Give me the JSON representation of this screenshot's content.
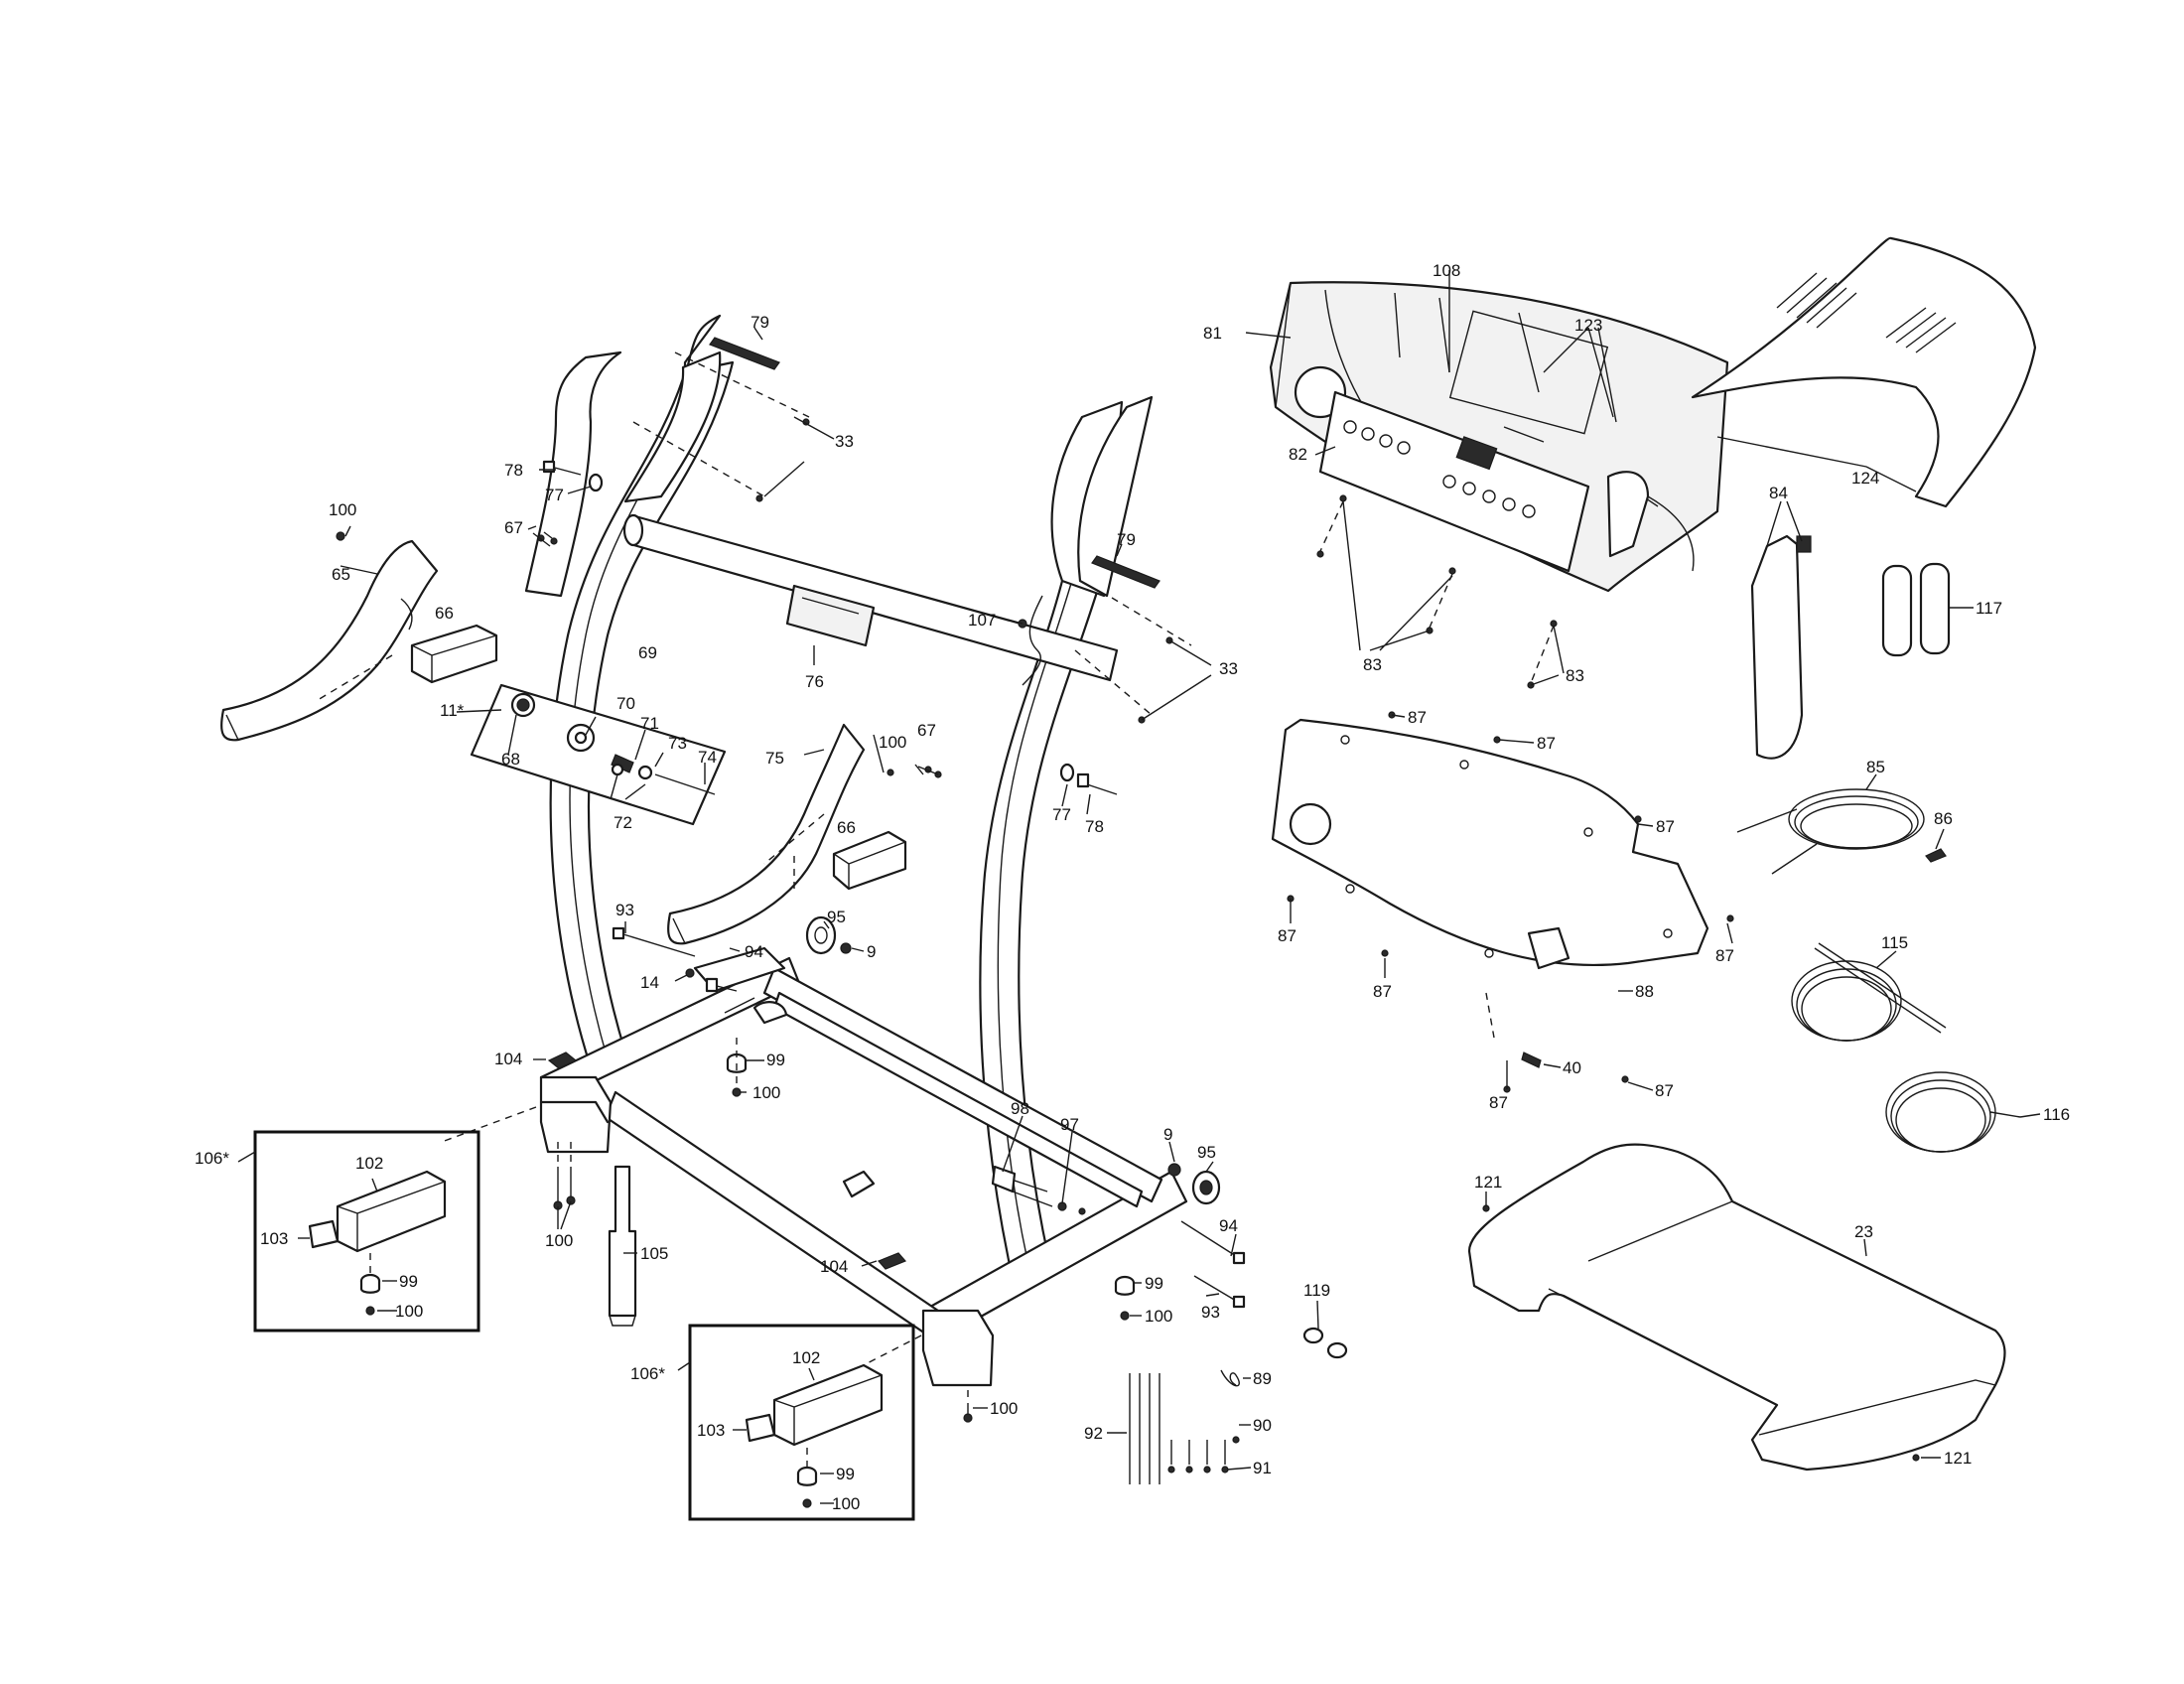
{
  "callouts": [
    {
      "label": "79"
    },
    {
      "label": "33"
    },
    {
      "label": "78"
    },
    {
      "label": "77"
    },
    {
      "label": "100"
    },
    {
      "label": "67"
    },
    {
      "label": "65"
    },
    {
      "label": "66"
    },
    {
      "label": "69"
    },
    {
      "label": "11*"
    },
    {
      "label": "68"
    },
    {
      "label": "70"
    },
    {
      "label": "71"
    },
    {
      "label": "73"
    },
    {
      "label": "74"
    },
    {
      "label": "72"
    },
    {
      "label": "76"
    },
    {
      "label": "107"
    },
    {
      "label": "79"
    },
    {
      "label": "33"
    },
    {
      "label": "75"
    },
    {
      "label": "100"
    },
    {
      "label": "67"
    },
    {
      "label": "66"
    },
    {
      "label": "77"
    },
    {
      "label": "78"
    },
    {
      "label": "93"
    },
    {
      "label": "94"
    },
    {
      "label": "95"
    },
    {
      "label": "9"
    },
    {
      "label": "14"
    },
    {
      "label": "99"
    },
    {
      "label": "100"
    },
    {
      "label": "104"
    },
    {
      "label": "106*"
    },
    {
      "label": "102"
    },
    {
      "label": "103"
    },
    {
      "label": "99"
    },
    {
      "label": "100"
    },
    {
      "label": "100"
    },
    {
      "label": "105"
    },
    {
      "label": "98"
    },
    {
      "label": "97"
    },
    {
      "label": "9"
    },
    {
      "label": "95"
    },
    {
      "label": "94"
    },
    {
      "label": "99"
    },
    {
      "label": "100"
    },
    {
      "label": "93"
    },
    {
      "label": "104"
    },
    {
      "label": "106*"
    },
    {
      "label": "102"
    },
    {
      "label": "103"
    },
    {
      "label": "99"
    },
    {
      "label": "100"
    },
    {
      "label": "100"
    },
    {
      "label": "92"
    },
    {
      "label": "89"
    },
    {
      "label": "90"
    },
    {
      "label": "91"
    },
    {
      "label": "119"
    },
    {
      "label": "108"
    },
    {
      "label": "123"
    },
    {
      "label": "81"
    },
    {
      "label": "82"
    },
    {
      "label": "83"
    },
    {
      "label": "83"
    },
    {
      "label": "124"
    },
    {
      "label": "84"
    },
    {
      "label": "117"
    },
    {
      "label": "87"
    },
    {
      "label": "87"
    },
    {
      "label": "87"
    },
    {
      "label": "87"
    },
    {
      "label": "87"
    },
    {
      "label": "87"
    },
    {
      "label": "88"
    },
    {
      "label": "87"
    },
    {
      "label": "40"
    },
    {
      "label": "87"
    },
    {
      "label": "85"
    },
    {
      "label": "86"
    },
    {
      "label": "115"
    },
    {
      "label": "116"
    },
    {
      "label": "121"
    },
    {
      "label": "23"
    },
    {
      "label": "121"
    }
  ]
}
